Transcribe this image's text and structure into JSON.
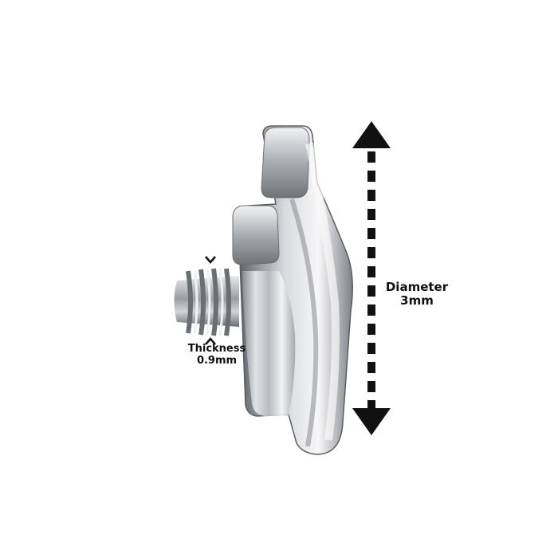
{
  "product": {
    "name": "star-shaped threaded piercing top",
    "metal_color": "#c9ccd0"
  },
  "dimensions": {
    "diameter": {
      "title": "Diameter",
      "value": "3mm"
    },
    "thickness": {
      "title": "Thickness",
      "value": "0.9mm"
    }
  },
  "colors": {
    "arrow": "#111111",
    "text": "#111111",
    "background": "#ffffff"
  }
}
